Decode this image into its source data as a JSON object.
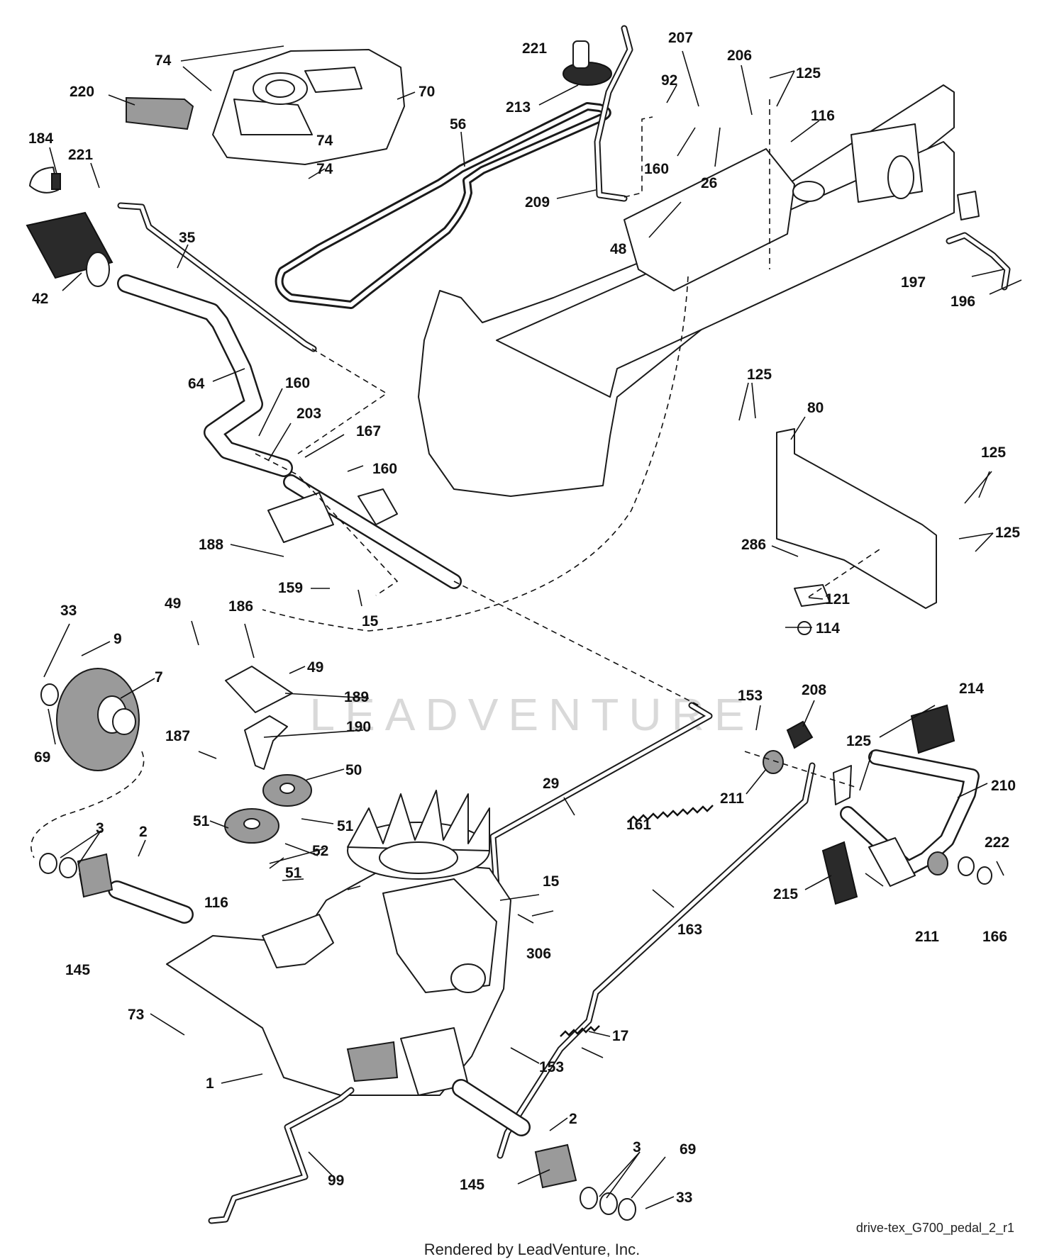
{
  "watermark": "LEADVENTURE",
  "diagram_id": "drive-tex_G700_pedal_2_r1",
  "footer": "Rendered by LeadVenture, Inc.",
  "callouts": [
    "74",
    "74",
    "220",
    "70",
    "184",
    "221",
    "74",
    "221",
    "213",
    "56",
    "207",
    "92",
    "206",
    "125",
    "116",
    "160",
    "26",
    "209",
    "48",
    "35",
    "42",
    "197",
    "196",
    "64",
    "160",
    "203",
    "167",
    "160",
    "125",
    "80",
    "125",
    "125",
    "188",
    "286",
    "159",
    "15",
    "121",
    "114",
    "33",
    "9",
    "49",
    "186",
    "49",
    "7",
    "189",
    "69",
    "187",
    "190",
    "50",
    "153",
    "208",
    "214",
    "125",
    "29",
    "211",
    "210",
    "51",
    "51",
    "161",
    "3",
    "2",
    "52",
    "51",
    "222",
    "116",
    "15",
    "306",
    "215",
    "211",
    "166",
    "145",
    "163",
    "73",
    "17",
    "153",
    "1",
    "2",
    "99",
    "69",
    "3",
    "145",
    "33"
  ]
}
